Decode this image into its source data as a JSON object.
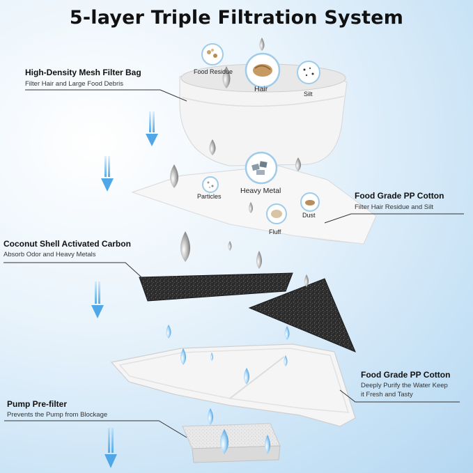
{
  "title": "5-layer Triple Filtration System",
  "layers": [
    {
      "name": "High-Density Mesh Filter Bag",
      "desc": "Filter Hair and Large Food Debris"
    },
    {
      "name": "Food Grade PP Cotton",
      "desc": "Filter Hair Residue and Silt"
    },
    {
      "name": "Coconut Shell Activated Carbon",
      "desc": "Absorb Odor and Heavy Metals"
    },
    {
      "name": "Food Grade PP Cotton",
      "desc_line1": "Deeply Purify the Water Keep",
      "desc_line2": "it Fresh and Tasty"
    },
    {
      "name": "Pump Pre-filter",
      "desc": "Prevents the Pump from Blockage"
    }
  ],
  "impurities": {
    "food_residue": "Food Residue",
    "hair": "Hair",
    "silt": "Silt",
    "heavy_metal": "Heavy Metal",
    "particles": "Particles",
    "dust": "Dust",
    "fluff": "Fluff"
  },
  "colors": {
    "arrow": "#4fa7e8",
    "carbon": "#2a2a2a",
    "cotton": "#f7f7f7",
    "background": "#c9e3f6"
  }
}
